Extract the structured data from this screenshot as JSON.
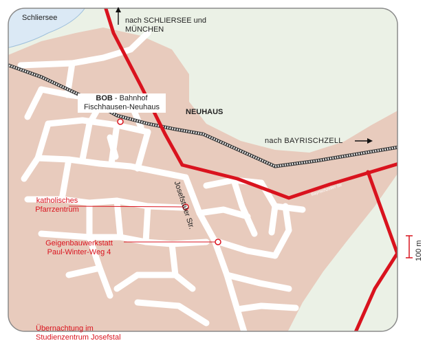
{
  "map": {
    "lake_label": "Schliersee",
    "direction_north": "nach SCHLIERSEE und MÜNCHEN",
    "direction_east": "nach BAYRISCHZELL",
    "station_name": "BOB",
    "station_suffix": "- Bahnhof",
    "station_subtitle": "Fischhausen-Neuhaus",
    "district_label": "NEUHAUS",
    "street_josefstaler": "Josefstaler Str.",
    "street_bayrischzeller": "Bayrischzeller Str",
    "scale_label": "100 m"
  },
  "pois": [
    {
      "line1": "katholisches",
      "line2": "Pfarrzentrum"
    },
    {
      "line1": "Geigenbauwerkstatt",
      "line2": "Paul-Winter-Weg 4"
    },
    {
      "line1": "Übernachtung im",
      "line2": "Studienzentrum Josefstal"
    }
  ],
  "colors": {
    "road_main": "#d9131e",
    "land": "#e8cbbd",
    "green": "#ebf1e6",
    "water": "#dbe9f5",
    "streets": "#ffffff",
    "rail": "#3a3a3a"
  }
}
